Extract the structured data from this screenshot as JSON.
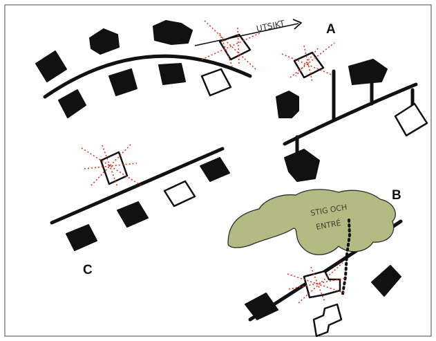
{
  "labels": {
    "a": "A",
    "b": "B",
    "c": "C",
    "utsikt": "UTSIKT",
    "stig_line1": "STIG OCH",
    "stig_line2": "ENTRÉ"
  },
  "colors": {
    "house_fill": "#111111",
    "road_stroke": "#111111",
    "sightline": "#e0301e",
    "forest_fill": "#b4bb82",
    "forest_stroke": "#2b2b2b",
    "frame": "#555555"
  },
  "icons": {
    "existing_house": "filled-black-square",
    "new_house": "outlined-square",
    "view_arrow": "arrow-right"
  }
}
